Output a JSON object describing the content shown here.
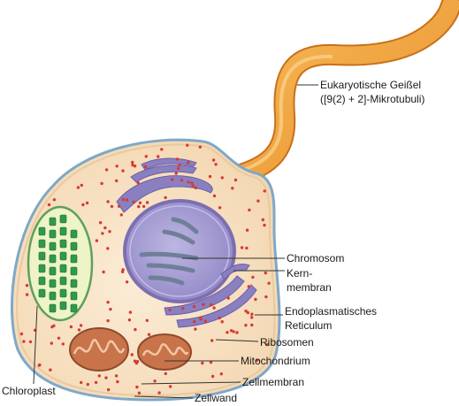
{
  "labels": {
    "flagellum_line1": "Eukaryotische Geißel",
    "flagellum_line2": "([9(2) + 2]-Mikrotubuli)",
    "chromosome": "Chromosom",
    "nuclear_membrane_line1": "Kern-",
    "nuclear_membrane_line2": "membran",
    "er_line1": "Endoplasmatisches",
    "er_line2": "Reticulum",
    "ribosomes": "Ribosomen",
    "mitochondrion": "Mitochondrium",
    "cell_membrane": "Zellmembran",
    "cell_wall": "Zellwand",
    "chloroplast": "Chloroplast"
  },
  "colors": {
    "cytoplasm": "#f7e2c4",
    "cell_wall": "#7fa8c8",
    "flagellum": "#f0a640",
    "flagellum_dark": "#c8701a",
    "nucleus": "#a79fd0",
    "nucleus_rim": "#7c6fb0",
    "er": "#8a7fc0",
    "chloroplast_body": "#eef3c8",
    "thylakoid": "#2f9a4a",
    "mitochondrion": "#c9734a",
    "ribosome": "#d63a32"
  }
}
